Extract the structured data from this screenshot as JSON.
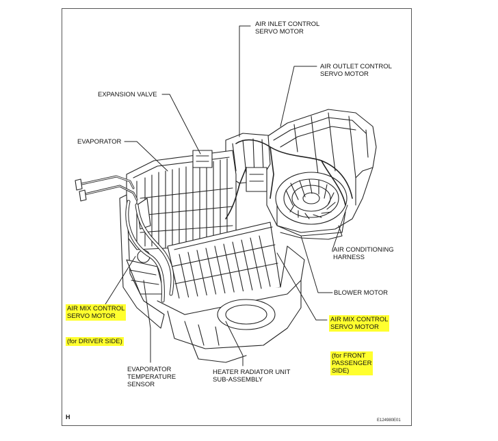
{
  "diagram": {
    "corner_mark": "H",
    "figure_code": "E124980E01",
    "highlight_color": "#ffff2e",
    "line_color": "#222222",
    "labels": {
      "air_inlet": [
        "AIR INLET CONTROL",
        "SERVO MOTOR"
      ],
      "air_outlet": [
        "AIR OUTLET CONTROL",
        "SERVO MOTOR"
      ],
      "expansion_valve": [
        "EXPANSION VALVE"
      ],
      "evaporator": [
        "EVAPORATOR"
      ],
      "ac_harness": [
        "AIR CONDITIONING",
        "HARNESS"
      ],
      "blower_motor": [
        "BLOWER MOTOR"
      ],
      "air_mix_driver": [
        "AIR MIX CONTROL",
        "SERVO MOTOR"
      ],
      "driver_side": [
        "(for DRIVER SIDE)"
      ],
      "air_mix_passenger": [
        "AIR MIX CONTROL",
        "SERVO MOTOR"
      ],
      "passenger_side": [
        "(for FRONT",
        "PASSENGER",
        "SIDE)"
      ],
      "evap_temp_sensor": [
        "EVAPORATOR",
        "TEMPERATURE",
        "SENSOR"
      ],
      "heater_radiator": [
        "HEATER RADIATOR UNIT",
        "SUB-ASSEMBLY"
      ]
    }
  }
}
